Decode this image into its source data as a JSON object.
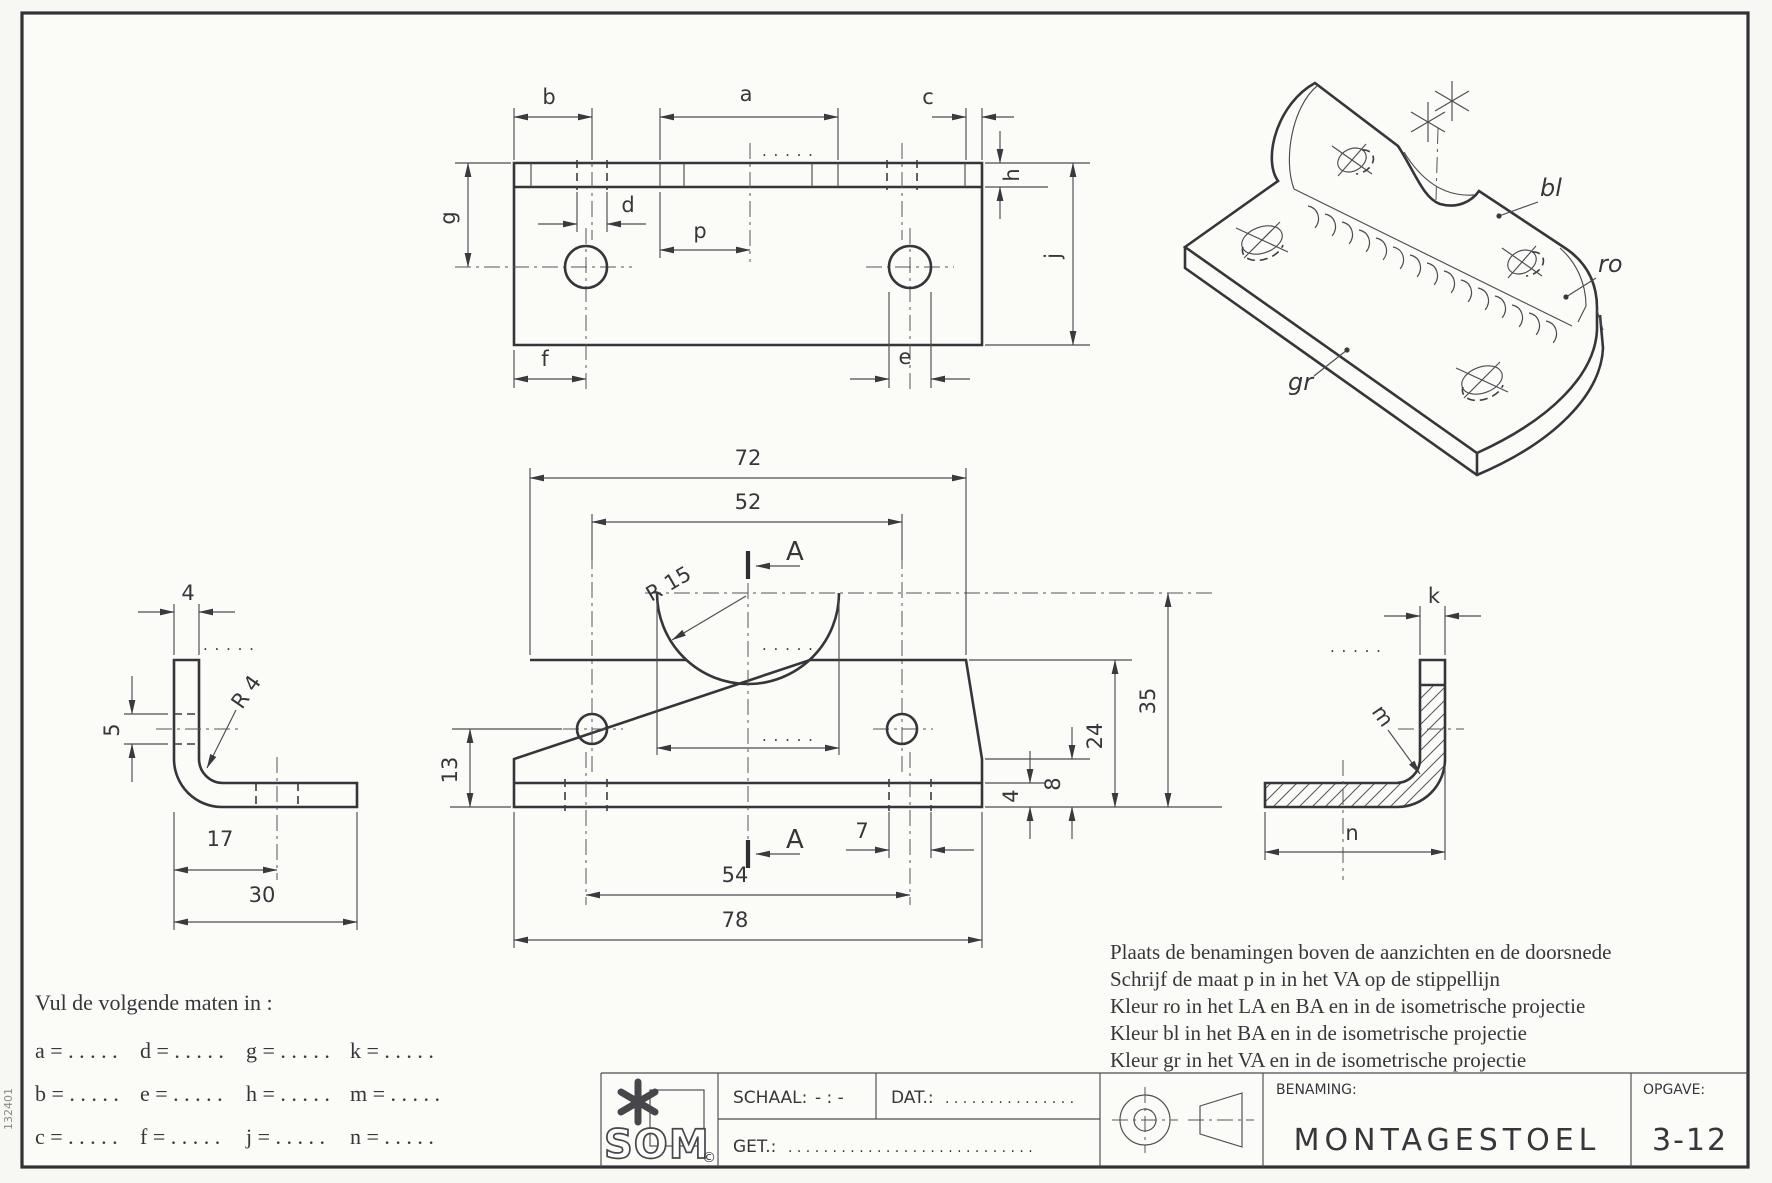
{
  "sheet": {
    "margin_number": "132401"
  },
  "stippellijn": ". . . . .",
  "labels": {
    "a": "a",
    "b": "b",
    "c": "c",
    "d": "d",
    "e": "e",
    "f": "f",
    "g": "g",
    "h": "h",
    "j": "j",
    "k": "k",
    "m": "m",
    "n": "n",
    "p": "p",
    "section": "A",
    "iso_bl": "bl",
    "iso_ro": "ro",
    "iso_gr": "gr"
  },
  "dims": {
    "v72": "72",
    "v52": "52",
    "v54": "54",
    "v78": "78",
    "v13": "13",
    "v7": "7",
    "v4": "4",
    "v8": "8",
    "v24": "24",
    "v35": "35",
    "v17": "17",
    "v30": "30",
    "v5": "5",
    "r15": "R 15",
    "r4": "R 4"
  },
  "notes": {
    "fill_in_title": "Vul de volgende maten in :",
    "rows": [
      [
        "a = . . . . .",
        "d = . . . . .",
        "g = . . . . .",
        "k = . . . . ."
      ],
      [
        "b = . . . . .",
        "e = . . . . .",
        "h = . . . . .",
        "m = . . . . ."
      ],
      [
        "c = . . . . .",
        "f = . . . . .",
        "j = . . . . .",
        "n = . . . . ."
      ]
    ],
    "instructions": [
      "Plaats de benamingen boven de aanzichten en de doorsnede",
      "Schrijf de maat p in in het VA op de stippellijn",
      "Kleur ro in het LA en BA en in de isometrische projectie",
      "Kleur bl in het BA en in de isometrische projectie",
      "Kleur gr in het VA en in de isometrische projectie"
    ]
  },
  "title_block": {
    "logo_text": "SOM",
    "copyright": "©",
    "schaal_label": "SCHAAL:",
    "schaal_value": "- : -",
    "dat_label": "DAT.:",
    "dat_dots": ". . . . . . . . . . . . . . .",
    "get_label": "GET.:",
    "get_dots": ". . . . . . . . . . . . . . . . . . . . . . . . . . . .",
    "benaming_label": "BENAMING:",
    "benaming_value": "MONTAGESTOEL",
    "opgave_label": "OPGAVE:",
    "opgave_value": "3-12"
  }
}
